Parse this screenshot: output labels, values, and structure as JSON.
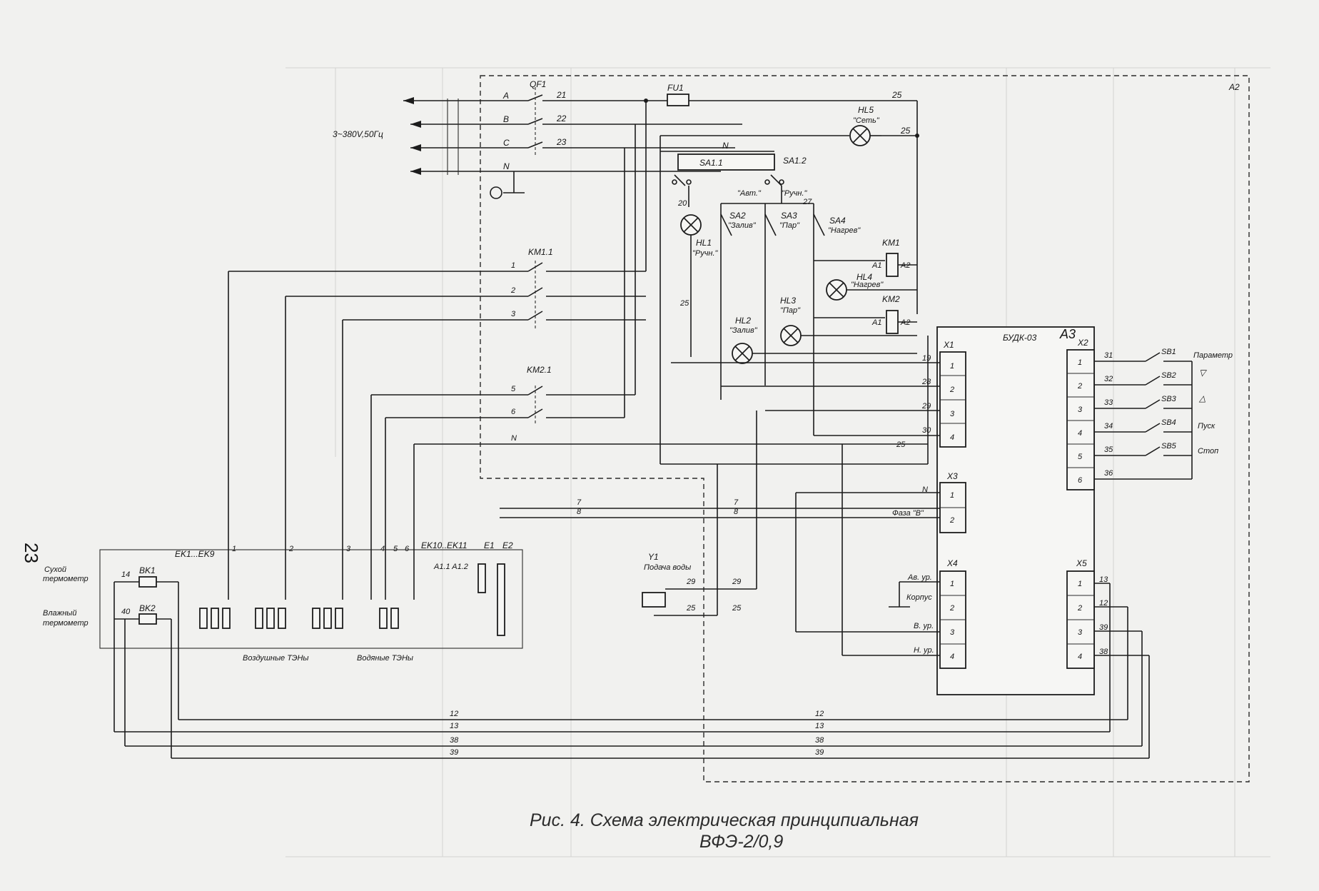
{
  "page_number": "23",
  "caption": {
    "line1": "Рис. 4. Схема электрическая принципиальная",
    "line2": "ВФЭ-2/0,9"
  },
  "supply": {
    "voltage": "3~380V,50Гц",
    "phases": [
      "A",
      "B",
      "C",
      "N"
    ],
    "wires": [
      "21",
      "22",
      "23"
    ],
    "breaker": "QF1"
  },
  "components": {
    "fuse": "FU1",
    "panel": "A2",
    "controller_panel": "A3",
    "controller_name": "БУДК-03",
    "sa11": "SA1.1",
    "sa12": "SA1.2",
    "sa_auto": "\"Авт.\"",
    "sa_manual": "\"Ручн.\"",
    "sa2": "SA2",
    "sa2_label": "\"Залив\"",
    "sa3": "SA3",
    "sa3_label": "\"Пар\"",
    "sa4": "SA4",
    "sa4_label": "\"Нагрев\"",
    "hl5": "HL5",
    "hl5_label": "\"Сеть\"",
    "hl1": "HL1",
    "hl1_label": "\"Ручн.\"",
    "hl2": "HL2",
    "hl2_label": "\"Залив\"",
    "hl3": "HL3",
    "hl3_label": "\"Пар\"",
    "hl4": "HL4",
    "hl4_label": "\"Нагрев\"",
    "km1": "KM1",
    "km2": "KM2",
    "km11": "KM1.1",
    "km21": "KM2.1",
    "a1": "A1",
    "a2": "A2",
    "y1": "Y1",
    "y1_label": "Подача воды",
    "ek19": "EK1...EK9",
    "ek1011": "EK10..EK11",
    "a11a12": "A1.1 A1.2",
    "e1": "E1",
    "e2": "E2",
    "bk1": "BK1",
    "bk2": "BK2",
    "dry_thermo_1": "Сухой",
    "dry_thermo_2": "термометр",
    "wet_thermo_1": "Влажный",
    "wet_thermo_2": "термометр",
    "air_heaters": "Воздушные ТЭНы",
    "water_heaters": "Водяные ТЭНы",
    "n_label": "N",
    "phase_b": "Фаза \"В\"",
    "x1": "X1",
    "x2": "X2",
    "x3": "X3",
    "x4": "X4",
    "x5": "X5",
    "x4_1": "Ав. ур.",
    "x4_2": "Корпус",
    "x4_3": "В. ур.",
    "x4_4": "Н. ур.",
    "sb1": "SB1",
    "sb1_label": "Параметр",
    "sb2": "SB2",
    "sb2_label": "▽",
    "sb3": "SB3",
    "sb3_label": "△",
    "sb4": "SB4",
    "sb4_label": "Пуск",
    "sb5": "SB5",
    "sb5_label": "Стоп"
  },
  "terminal_numbers": {
    "x1": [
      "1",
      "2",
      "3",
      "4"
    ],
    "x2": [
      "1",
      "2",
      "3",
      "4",
      "5",
      "6"
    ],
    "x3": [
      "1",
      "2"
    ],
    "x4": [
      "1",
      "2",
      "3",
      "4"
    ],
    "x5": [
      "1",
      "2",
      "3",
      "4"
    ]
  },
  "wire_numbers": {
    "w25": "25",
    "w20": "20",
    "w27": "27",
    "w19": "19",
    "w28": "28",
    "w29": "29",
    "w30": "30",
    "w31": "31",
    "w32": "32",
    "w33": "33",
    "w34": "34",
    "w35": "35",
    "w36": "36",
    "w7": "7",
    "w8": "8",
    "w12": "12",
    "w13": "13",
    "w38": "38",
    "w39": "39",
    "w14": "14",
    "w40": "40",
    "n1": "1",
    "n2": "2",
    "n3": "3",
    "n4": "4",
    "n5": "5",
    "n6": "6",
    "nN": "N"
  }
}
